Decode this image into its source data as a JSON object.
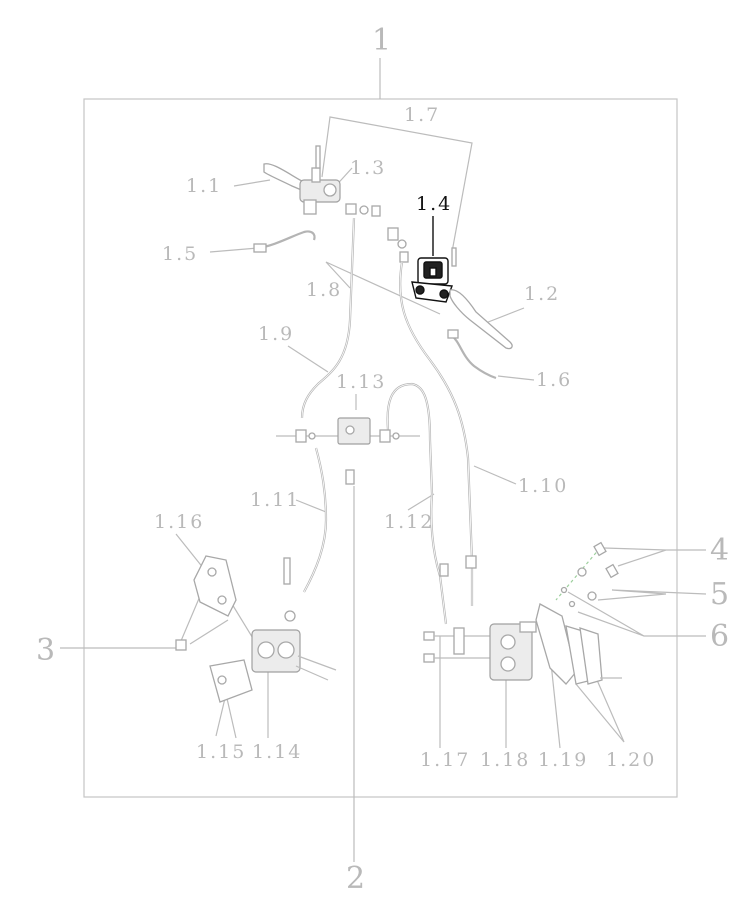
{
  "labels": {
    "l1": "1",
    "l2": "2",
    "l3": "3",
    "l4": "4",
    "l5": "5",
    "l6": "6",
    "l1_1": "1.1",
    "l1_2": "1.2",
    "l1_3": "1.3",
    "l1_4": "1.4",
    "l1_5": "1.5",
    "l1_6": "1.6",
    "l1_7": "1.7",
    "l1_8": "1.8",
    "l1_9": "1.9",
    "l1_10": "1.10",
    "l1_11": "1.11",
    "l1_12": "1.12",
    "l1_13": "1.13",
    "l1_14": "1.14",
    "l1_15": "1.15",
    "l1_16": "1.16",
    "l1_17": "1.17",
    "l1_18": "1.18",
    "l1_19": "1.19",
    "l1_20": "1.20"
  },
  "colors": {
    "line_gray": "#bcbcbc",
    "label_gray": "#b9b9b9",
    "highlight": "#111111",
    "accent_green": "#9ccf9c"
  }
}
